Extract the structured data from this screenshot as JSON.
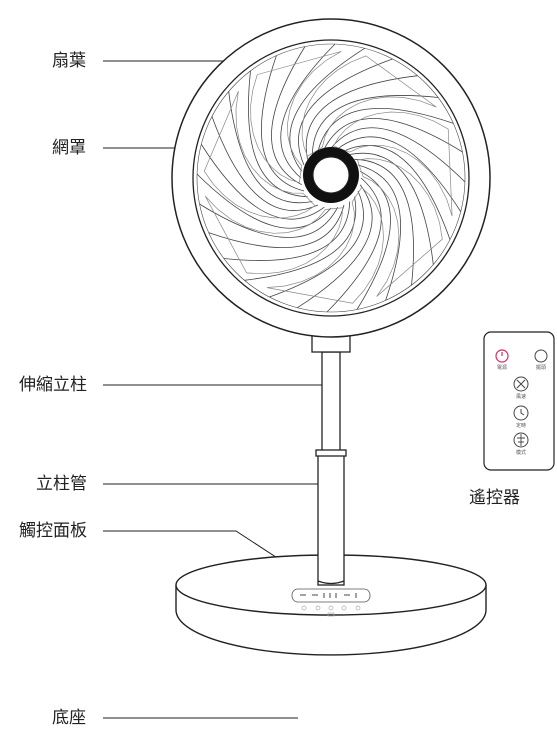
{
  "labels": {
    "blade": "扇葉",
    "grille": "網罩",
    "pole": "伸縮立柱",
    "tube": "立柱管",
    "panel": "觸控面板",
    "base": "底座",
    "remote": "遙控器"
  },
  "remote_buttons": {
    "power": "電源",
    "swing": "擺頭",
    "speed": "風速",
    "timer": "定時",
    "mode": "模式"
  },
  "colors": {
    "line": "#222222",
    "power_button": "#e0245e",
    "tube_fill": "#ffffff"
  },
  "icons": [
    "power-icon",
    "swing-icon",
    "fan-icon",
    "clock-icon",
    "mode-icon"
  ]
}
